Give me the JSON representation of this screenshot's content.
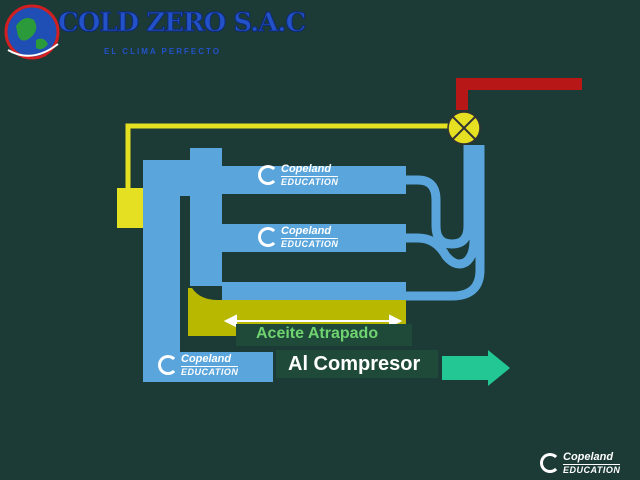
{
  "brand": {
    "name": "COLD ZERO S.A.C",
    "tagline": "EL CLIMA PERFECTO",
    "colors": {
      "primary": "#1f4fb5",
      "accent": "#d22020"
    }
  },
  "watermark": {
    "line1": "Copeland",
    "line2": "EDUCATION"
  },
  "labels": {
    "oil_trapped": "Aceite Atrapado",
    "to_compressor": "Al Compresor"
  },
  "colors": {
    "background": "#1c3a36",
    "pipe_blue": "#5aa5dc",
    "yellow_line": "#e6e022",
    "oil": "#b9b800",
    "red_pipe": "#b81717",
    "arrow_green": "#22c794",
    "label_green": "#6fd36f"
  },
  "icons": {
    "valve": "valve-x-icon",
    "arrow": "arrow-right-icon"
  }
}
